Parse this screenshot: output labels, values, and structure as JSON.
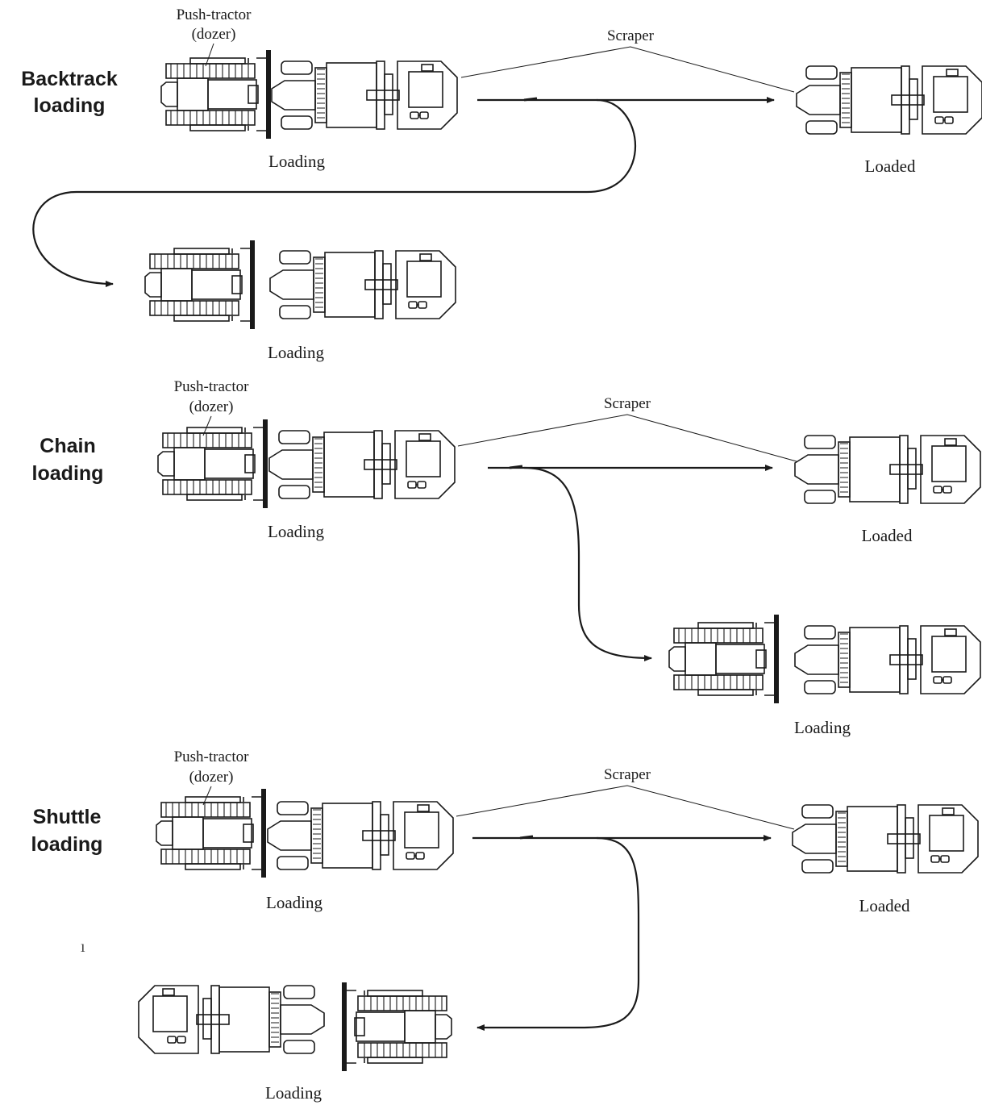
{
  "colors": {
    "ink": "#1a1a1a",
    "paper": "#ffffff"
  },
  "sections": [
    {
      "title_line1": "Backtrack",
      "title_line2": "loading",
      "push_label_line1": "Push-tractor",
      "push_label_line2": "(dozer)",
      "scraper_label": "Scraper",
      "loading_label": "Loading",
      "loaded_label": "Loaded",
      "return_loading_label": "Loading"
    },
    {
      "title_line1": "Chain",
      "title_line2": "loading",
      "push_label_line1": "Push-tractor",
      "push_label_line2": "(dozer)",
      "scraper_label": "Scraper",
      "loading_label": "Loading",
      "loaded_label": "Loaded",
      "return_loading_label": "Loading"
    },
    {
      "title_line1": "Shuttle",
      "title_line2": "loading",
      "push_label_line1": "Push-tractor",
      "push_label_line2": "(dozer)",
      "scraper_label": "Scraper",
      "loading_label": "Loading",
      "loaded_label": "Loaded",
      "return_loading_label": "Loading"
    }
  ]
}
